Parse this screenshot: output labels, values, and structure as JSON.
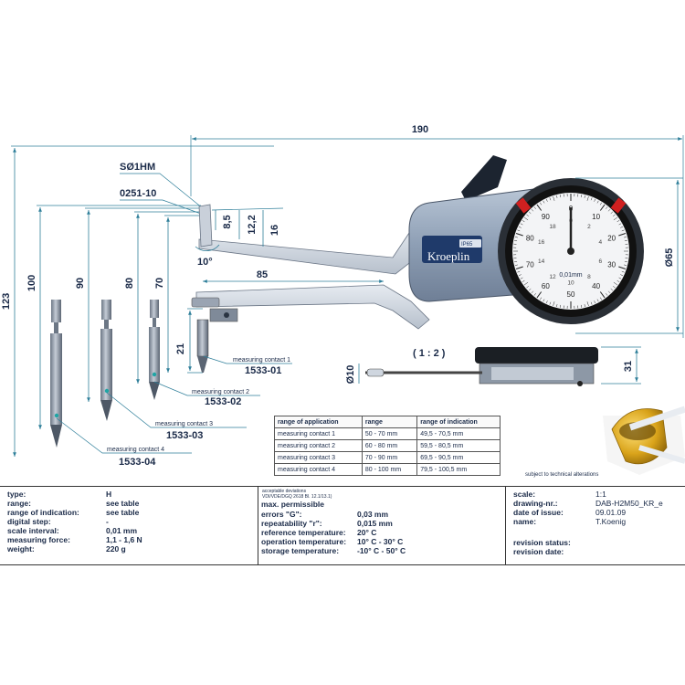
{
  "dimensions": {
    "overall_length": "190",
    "sphere": "SØ1HM",
    "tip": "0251-10",
    "d123": "123",
    "d100": "100",
    "d90": "90",
    "d80": "80",
    "d70": "70",
    "d85": "85",
    "d21": "21",
    "d8_5": "8,5",
    "d12_2": "12,2",
    "d16": "16",
    "angle": "10°",
    "dia65": "Ø65",
    "dia10": "Ø10",
    "d31": "31",
    "scale_view": "( 1 : 2 )"
  },
  "instrument": {
    "brand": "Kroeplin",
    "ip_badge": "IP65",
    "dial_unit": "0,01mm",
    "dial_outer": [
      "0",
      "10",
      "20",
      "30",
      "40",
      "50",
      "60",
      "70",
      "80",
      "90"
    ],
    "dial_inner": [
      "0",
      "2",
      "4",
      "6",
      "8",
      "10",
      "12",
      "14",
      "16",
      "18"
    ]
  },
  "contacts": [
    {
      "label": "measuring contact 1",
      "part": "1533-01"
    },
    {
      "label": "measuring contact 2",
      "part": "1533-02"
    },
    {
      "label": "measuring contact 3",
      "part": "1533-03"
    },
    {
      "label": "measuring contact 4",
      "part": "1533-04"
    }
  ],
  "range_table": {
    "headers": [
      "range of application",
      "range",
      "range of indication"
    ],
    "rows": [
      [
        "measuring contact 1",
        "50 - 70 mm",
        "49,5 - 70,5 mm"
      ],
      [
        "measuring contact 2",
        "60 - 80 mm",
        "59,5 - 80,5 mm"
      ],
      [
        "measuring contact 3",
        "70 - 90 mm",
        "69,5 - 90,5 mm"
      ],
      [
        "measuring contact 4",
        "80 - 100 mm",
        "79,5 - 100,5 mm"
      ]
    ]
  },
  "notice": "subject to technical alterations",
  "specs": {
    "type": {
      "k": "type:",
      "v": "H"
    },
    "range": {
      "k": "range:",
      "v": "see table"
    },
    "indication": {
      "k": "range of indication:",
      "v": "see table"
    },
    "digital_step": {
      "k": "digital step:",
      "v": "-"
    },
    "scale_interval": {
      "k": "scale interval:",
      "v": "0,01 mm"
    },
    "measuring_force": {
      "k": "measuring force:",
      "v": "1,1 - 1,6 N"
    },
    "weight": {
      "k": "weight:",
      "v": "220 g"
    }
  },
  "deviations": {
    "heading": "acceptable deviations",
    "norm": "VDI/VDE/DGQ 2618 Bl. 12.1/13.1)",
    "max": "max. permissible",
    "errors": {
      "k": "errors \"G\":",
      "v": "0,03 mm"
    },
    "repeatability": {
      "k": "repeatability \"r\":",
      "v": "0,015 mm"
    },
    "ref_temp": {
      "k": "reference temperature:",
      "v": "20° C"
    },
    "op_temp": {
      "k": "operation temperature:",
      "v": "10° C - 30° C"
    },
    "storage_temp": {
      "k": "storage temperature:",
      "v": "-10° C - 50° C"
    }
  },
  "drawing": {
    "scale": {
      "k": "scale:",
      "v": "1:1"
    },
    "number": {
      "k": "drawing-nr.:",
      "v": "DAB-H2M50_KR_e"
    },
    "date": {
      "k": "date of issue:",
      "v": "09.01.09"
    },
    "name": {
      "k": "name:",
      "v": "T.Koenig"
    },
    "revision_status": {
      "k": "revision status:",
      "v": ""
    },
    "revision_date": {
      "k": "revision date:",
      "v": ""
    }
  },
  "colors": {
    "dimension_line": "#2f7f9a",
    "text": "#1a2a48",
    "housing": "#93a3b8",
    "badge": "#1f3a6a",
    "accent_red": "#d02020",
    "gold": "#d9a31a"
  }
}
